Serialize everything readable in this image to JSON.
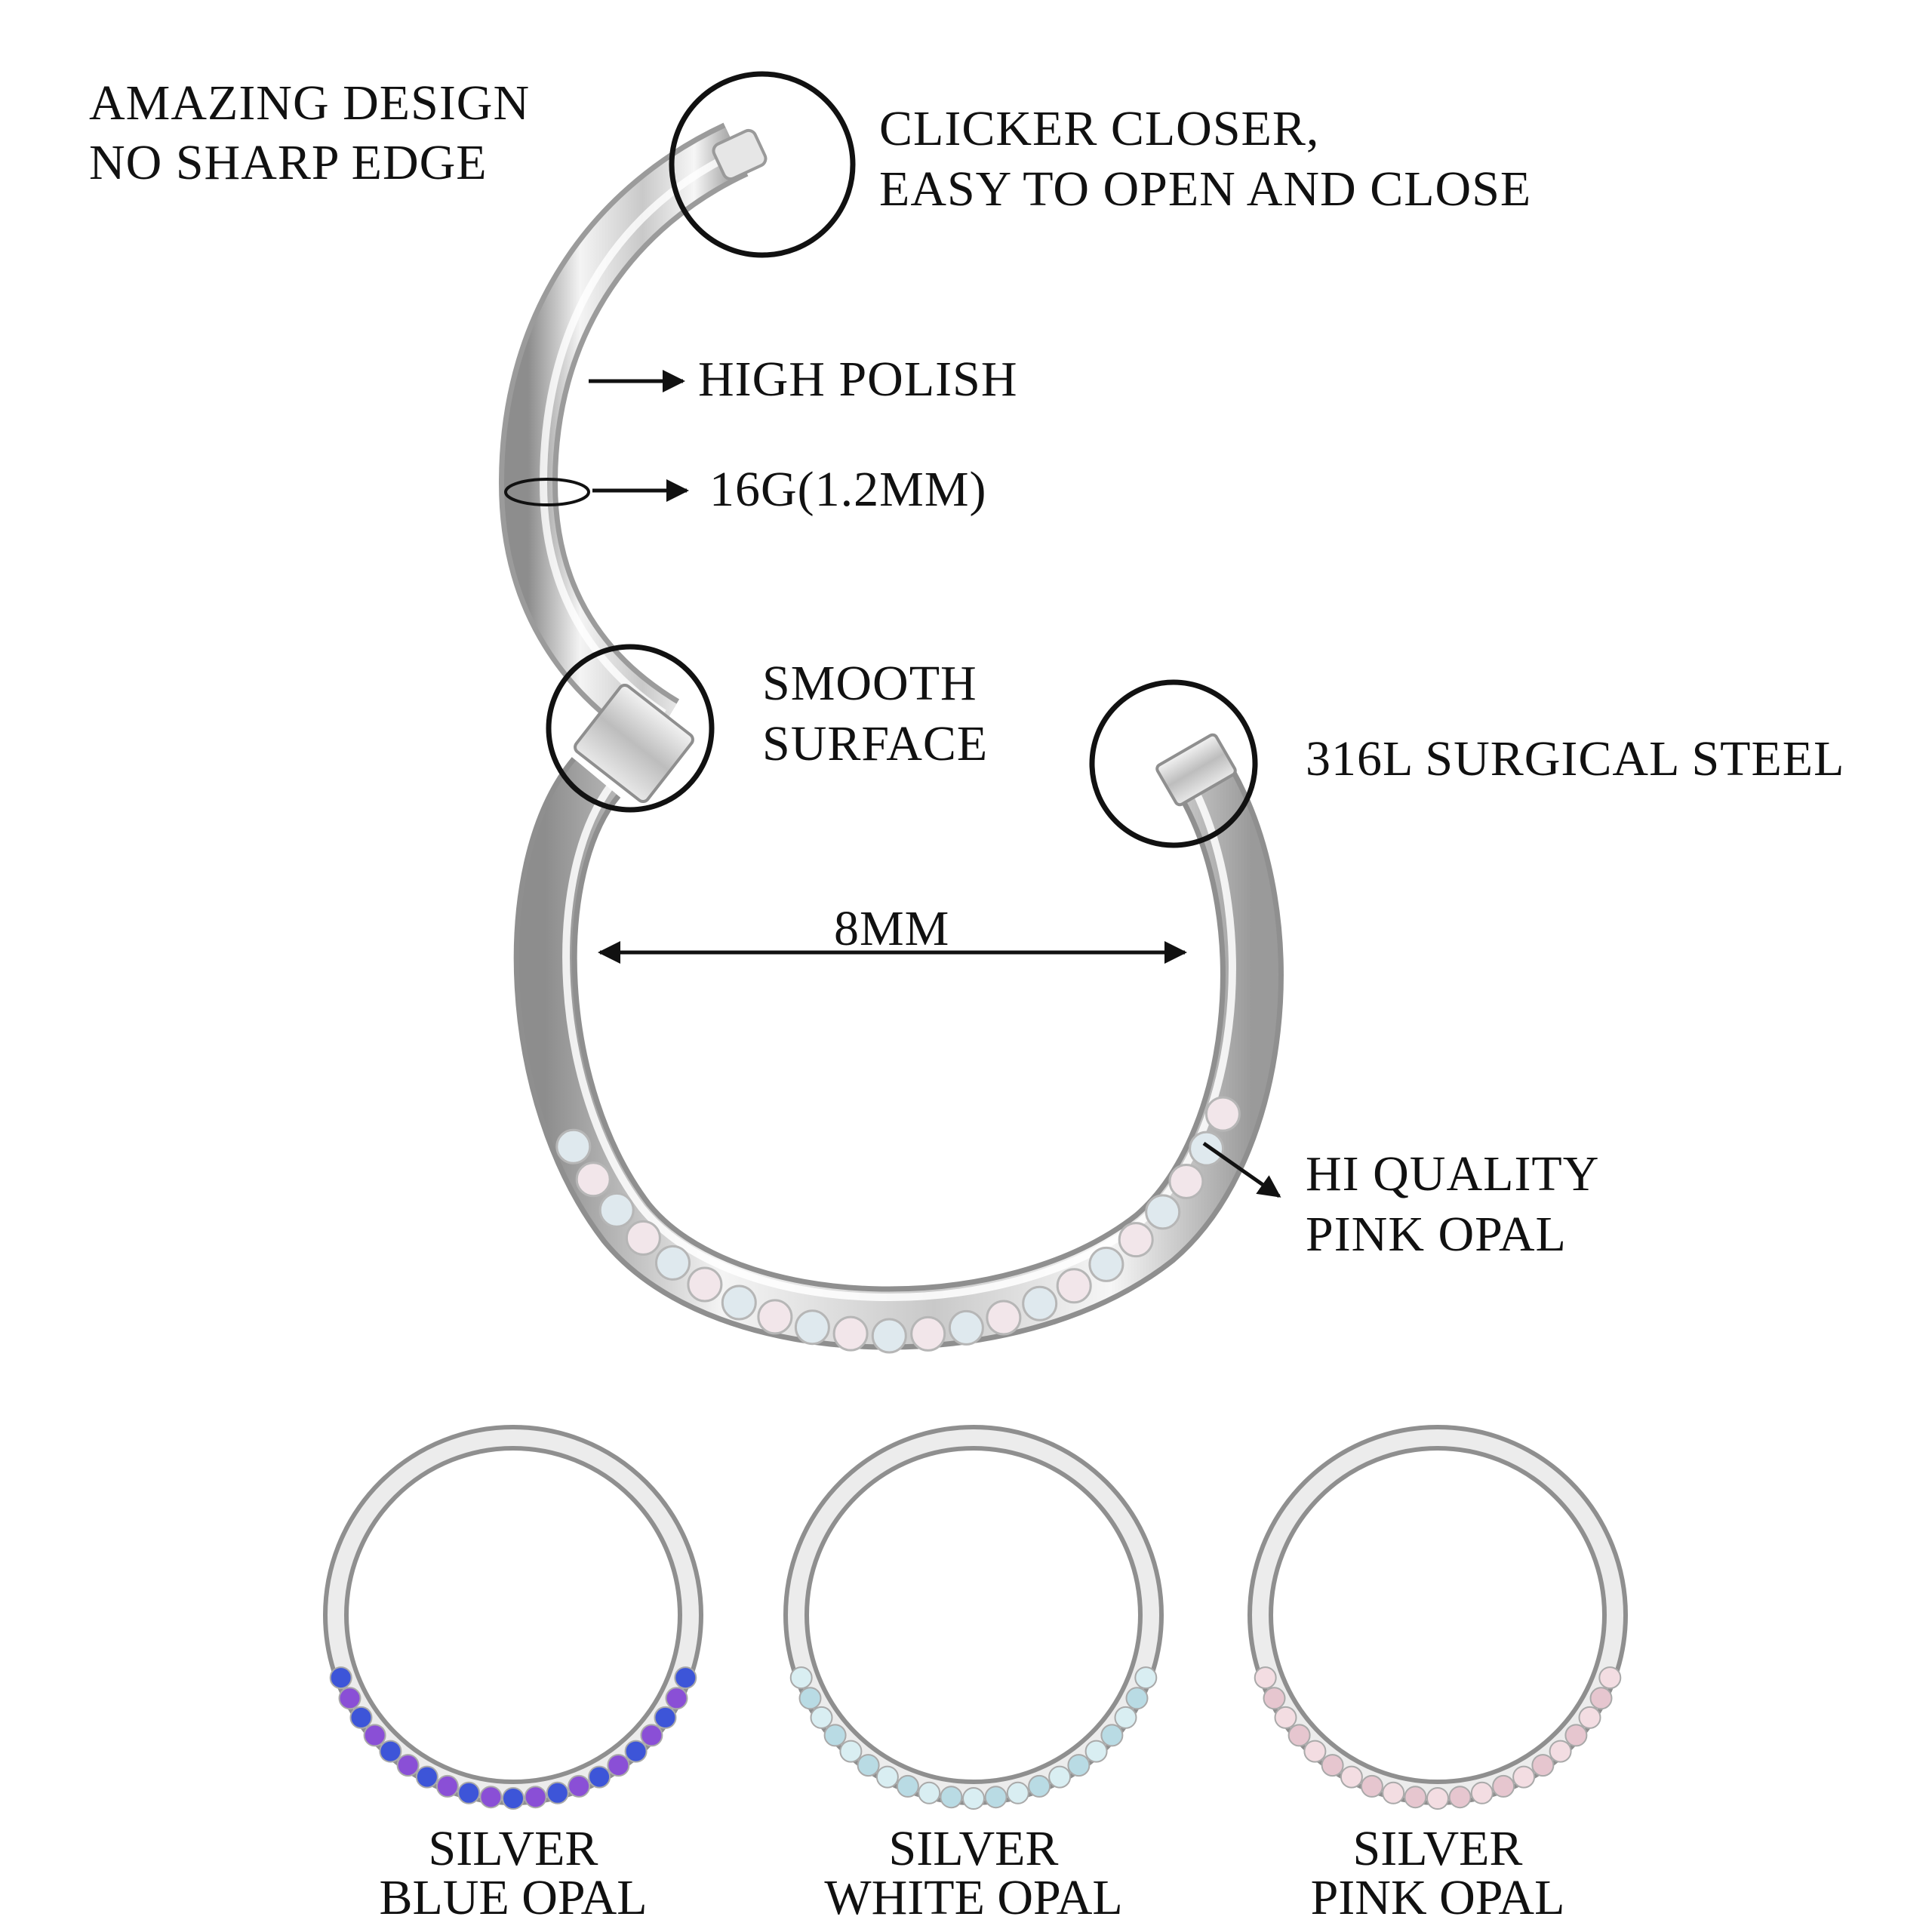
{
  "callouts": {
    "design_line1": "AMAZING DESIGN",
    "design_line2": "NO SHARP EDGE",
    "clicker_line1": "CLICKER CLOSER,",
    "clicker_line2": "EASY TO OPEN AND CLOSE",
    "polish": "HIGH POLISH",
    "gauge": "16G(1.2MM)",
    "smooth_line1": "SMOOTH",
    "smooth_line2": "SURFACE",
    "steel": "316L SURGICAL STEEL",
    "diameter": "8MM",
    "opal_line1": "HI QUALITY",
    "opal_line2": "PINK OPAL"
  },
  "variants": [
    {
      "line1": "SILVER",
      "line2": "BLUE OPAL",
      "stone_color": "#3d55d8",
      "stone_alt": "#8a4fd6"
    },
    {
      "line1": "SILVER",
      "line2": "WHITE OPAL",
      "stone_color": "#d9eef2",
      "stone_alt": "#b9dbe4"
    },
    {
      "line1": "SILVER",
      "line2": "PINK OPAL",
      "stone_color": "#f3dde2",
      "stone_alt": "#e6c6cf"
    }
  ],
  "colors": {
    "metal_light": "#f2f2f2",
    "metal_mid": "#c8c8c8",
    "metal_dark": "#8d8d8d",
    "main_stone": "#f2e6ea",
    "main_stone_alt": "#dfe9ee"
  }
}
